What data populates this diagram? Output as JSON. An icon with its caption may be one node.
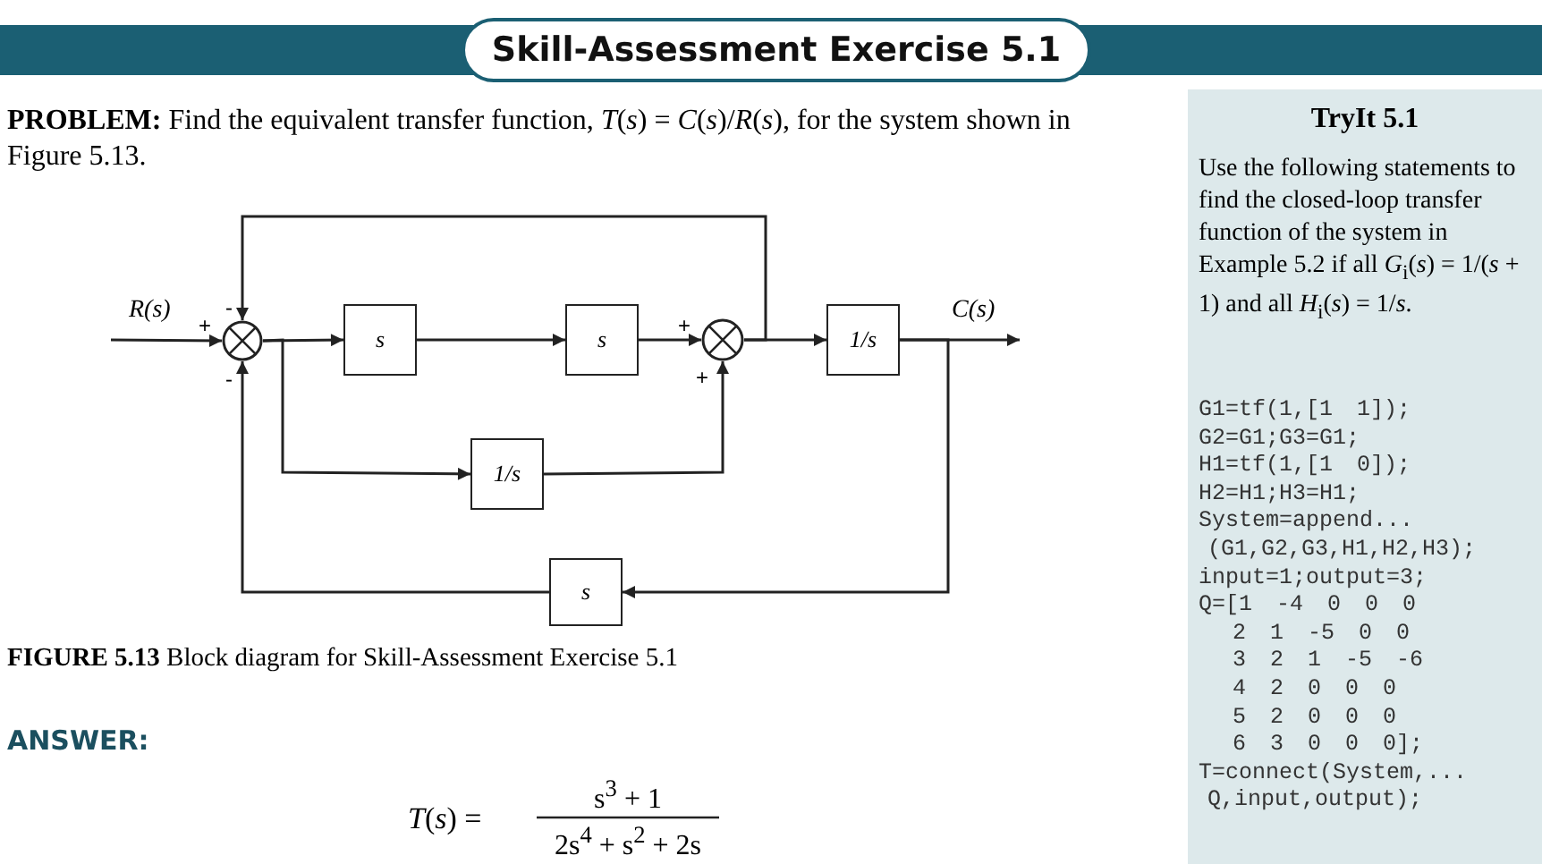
{
  "diagram": {
    "title": "Skill-Assessment Exercise 5.1",
    "caption": "**FIGURE 5.13** Block diagram for Skill-Assessment Exercise 5.1",
    "nodes": [
      {
        "text": [],
        "shape": "circle"
      },
      {
        "text": [
          "s"
        ]
      },
      {
        "text": [
          "s"
        ]
      },
      {
        "text": [],
        "shape": "circle"
      },
      {
        "text": [
          "1/s"
        ]
      },
      {
        "text": [
          "1/s"
        ]
      },
      {
        "text": [
          "s"
        ]
      }
    ],
    "edges": [
      {
        "from": null,
        "to": 0,
        "arrow": "to",
        "label": "R(s)"
      },
      {
        "from": 0,
        "to": 1,
        "arrow": "to"
      },
      {
        "from": 1,
        "to": 2,
        "arrow": "to"
      },
      {
        "from": 2,
        "to": 3,
        "arrow": "to"
      },
      {
        "from": 3,
        "to": 4,
        "arrow": "to"
      },
      {
        "from": 4,
        "to": null,
        "arrow": "to",
        "label": "C(s)"
      },
      {
        "from": 3,
        "to": 0,
        "arrow": "to"
      },
      {
        "from": 0,
        "to": 5,
        "arrow": "to"
      },
      {
        "from": 5,
        "to": 3,
        "arrow": "to"
      },
      {
        "from": 4,
        "to": 6,
        "arrow": "to"
      },
      {
        "from": 6,
        "to": 0,
        "arrow": "to"
      }
    ],
    "labels": [
      "**PROBLEM:** Find the equivalent transfer function, *T*(*s*) = *C*(*s*)/*R*(*s*), for the system shown in Figure 5.13.",
      "-",
      "+",
      "-",
      "+",
      "+",
      "ANSWER:",
      "*T*(*s*) =",
      "s$^{3}$ + 1",
      "2s$^{4}$ + s$^{2}$ + 2s",
      "TryIt 5.1",
      "Use the following statements to find the closed-loop transfer function of the system in Example 5.2 if all *G*$_{i}$(*s*) = 1/(*s* + 1) and all *H*$_{i}$(*s*) = 1/*s*.",
      "G1=tf(1,[1 1]);",
      "G2=G1;G3=G1;",
      "H1=tf(1,[1 0]);",
      "H2=H1;H3=H1;",
      "System=append...",
      "(G1,G2,G3,H1,H2,H3);",
      "input=1;output=3;",
      "Q=[1 -4 0 0 0",
      "2 1 -5 0 0",
      "3 2 1 -5 -6",
      "4 2 0 0 0",
      "5 2 0 0 0",
      "6 3 0 0 0];",
      "T=connect(System,...",
      "Q,input,output);"
    ]
  }
}
